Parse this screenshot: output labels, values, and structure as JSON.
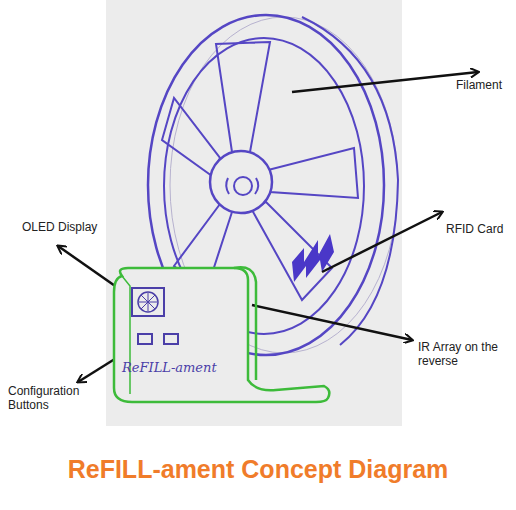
{
  "diagram": {
    "title": "ReFILL-ament Concept Diagram",
    "nodes": [
      {
        "text": [
          "ReFILL-ament"
        ]
      }
    ],
    "labels": [
      "Filament",
      "RFID Card",
      "OLED Display",
      "IR Array on the reverse",
      "Configuration Buttons"
    ]
  }
}
